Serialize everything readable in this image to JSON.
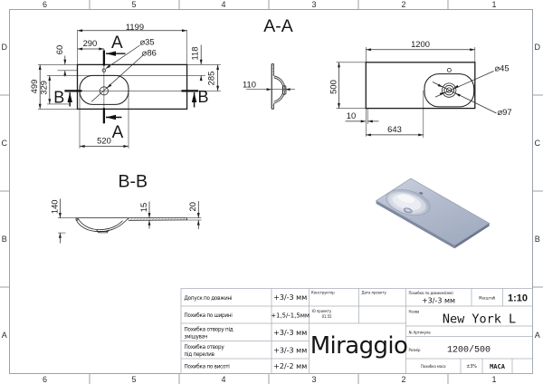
{
  "frame": {
    "column_labels": [
      "6",
      "5",
      "4",
      "3",
      "2",
      "1"
    ],
    "row_labels": [
      "D",
      "C",
      "B",
      "A"
    ]
  },
  "views": {
    "plan_left": {
      "dim_length": "1199",
      "dim_faucet_offset": "290",
      "dim_faucet_from_edge": "60",
      "dim_depth": "499",
      "dim_bowl_depth": "329",
      "dim_bowl_width": "520",
      "dim_bowl_from_edge": "118",
      "dim_drain_from_edge": "285",
      "label_faucet_hole": "⌀35",
      "label_drain_recess": "⌀86",
      "section_mark_a": "A",
      "section_mark_b": "B"
    },
    "section_aa": {
      "title": "A-A",
      "dim_height": "110"
    },
    "plan_right": {
      "dim_length": "1200",
      "dim_depth": "500",
      "dim_edge_lip": "10",
      "dim_bowl_offset": "643",
      "label_drain_hole": "⌀45",
      "label_drain_recess": "⌀97"
    },
    "section_bb": {
      "title": "B-B",
      "dim_bowl_height": "140",
      "dim_deck_thickness": "15",
      "dim_edge_thickness": "20"
    }
  },
  "title_block": {
    "tolerances": [
      {
        "label_l1": "Допуск по довжині",
        "label_l2": "",
        "value": "+3/-3 мм"
      },
      {
        "label_l1": "Похибка по ширині",
        "label_l2": "",
        "value": "+1,5/-1,5мм"
      },
      {
        "label_l1": "Похибка отвору під",
        "label_l2": "змішувач",
        "value": "+3/-3 мм"
      },
      {
        "label_l1": "Похибка отвору",
        "label_l2": "під перелив",
        "value": "+3/-3 мм"
      },
      {
        "label_l1": "Похибка по висоті",
        "label_l2": "",
        "value": "+2/-2 мм"
      }
    ],
    "designer_label": "Конструктор",
    "designer_value_l1": "Ю проекту",
    "designer_value_l2": "01.55",
    "date_label": "Дата проекту",
    "length_tol_label": "Похибка по довжині(мм)",
    "length_tol_value": "+3/-3 мм",
    "scale_label": "Масштаб",
    "scale_value": "1:10",
    "name_label": "Назва",
    "name_value": "New York L",
    "article_label": "№ Артикула",
    "size_label": "Розмір",
    "size_value": "1200/500",
    "mass_tol_label": "Похибка маса",
    "mass_tol_value": "±3%",
    "mass_label": "МАСА",
    "brand": "Miraggio"
  },
  "colors": {
    "paper": "#ffffff",
    "line": "#1c1c1c",
    "grid": "#a9afb8",
    "render_body": "#b4bdce",
    "render_side": "#7e89a0",
    "render_highlight": "#e9ecf1"
  }
}
